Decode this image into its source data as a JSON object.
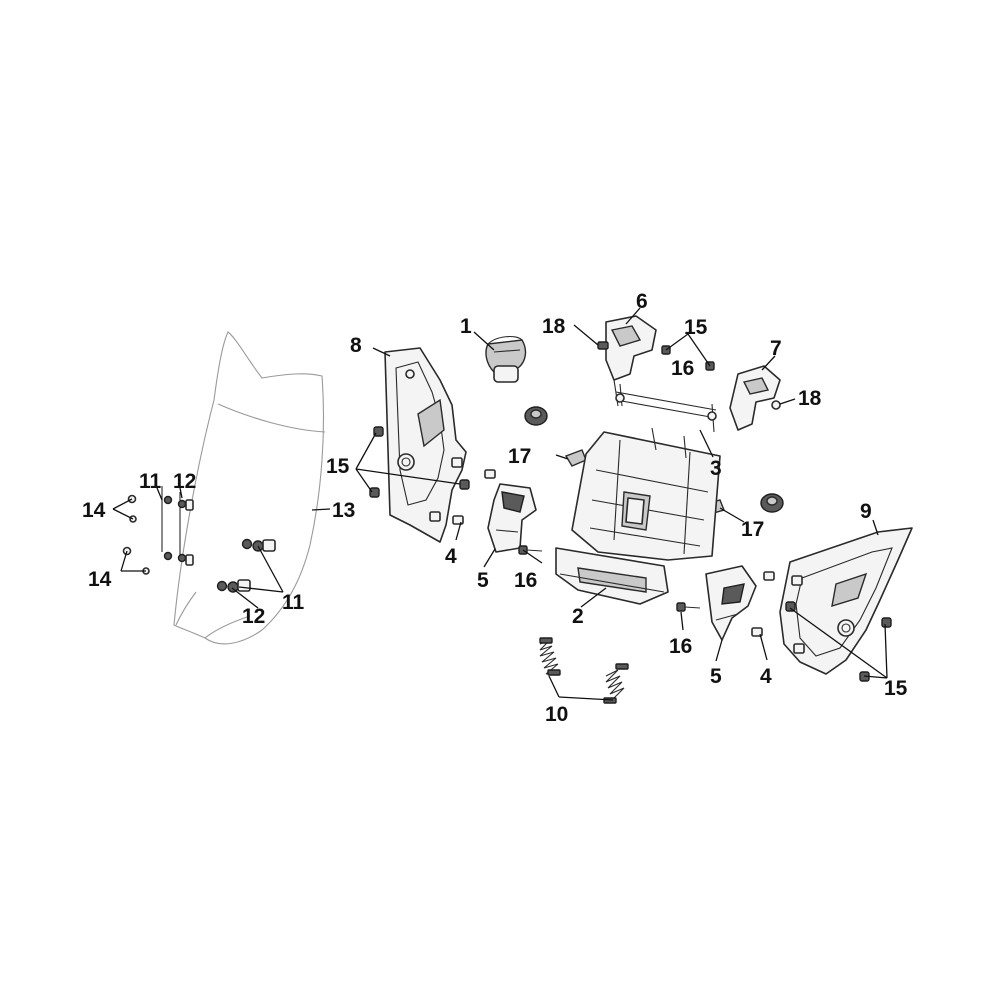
{
  "callouts": {
    "c1": "1",
    "c2": "2",
    "c3": "3",
    "c4a": "4",
    "c4b": "4",
    "c5a": "5",
    "c5b": "5",
    "c6": "6",
    "c7": "7",
    "c8": "8",
    "c9": "9",
    "c10": "10",
    "c11a": "11",
    "c11b": "11",
    "c12a": "12",
    "c12b": "12",
    "c13": "13",
    "c14a": "14",
    "c14b": "14",
    "c15a": "15",
    "c15b": "15",
    "c15c": "15",
    "c16a": "16",
    "c16b": "16",
    "c16c": "16",
    "c17a": "17",
    "c17b": "17",
    "c18a": "18",
    "c18b": "18"
  }
}
